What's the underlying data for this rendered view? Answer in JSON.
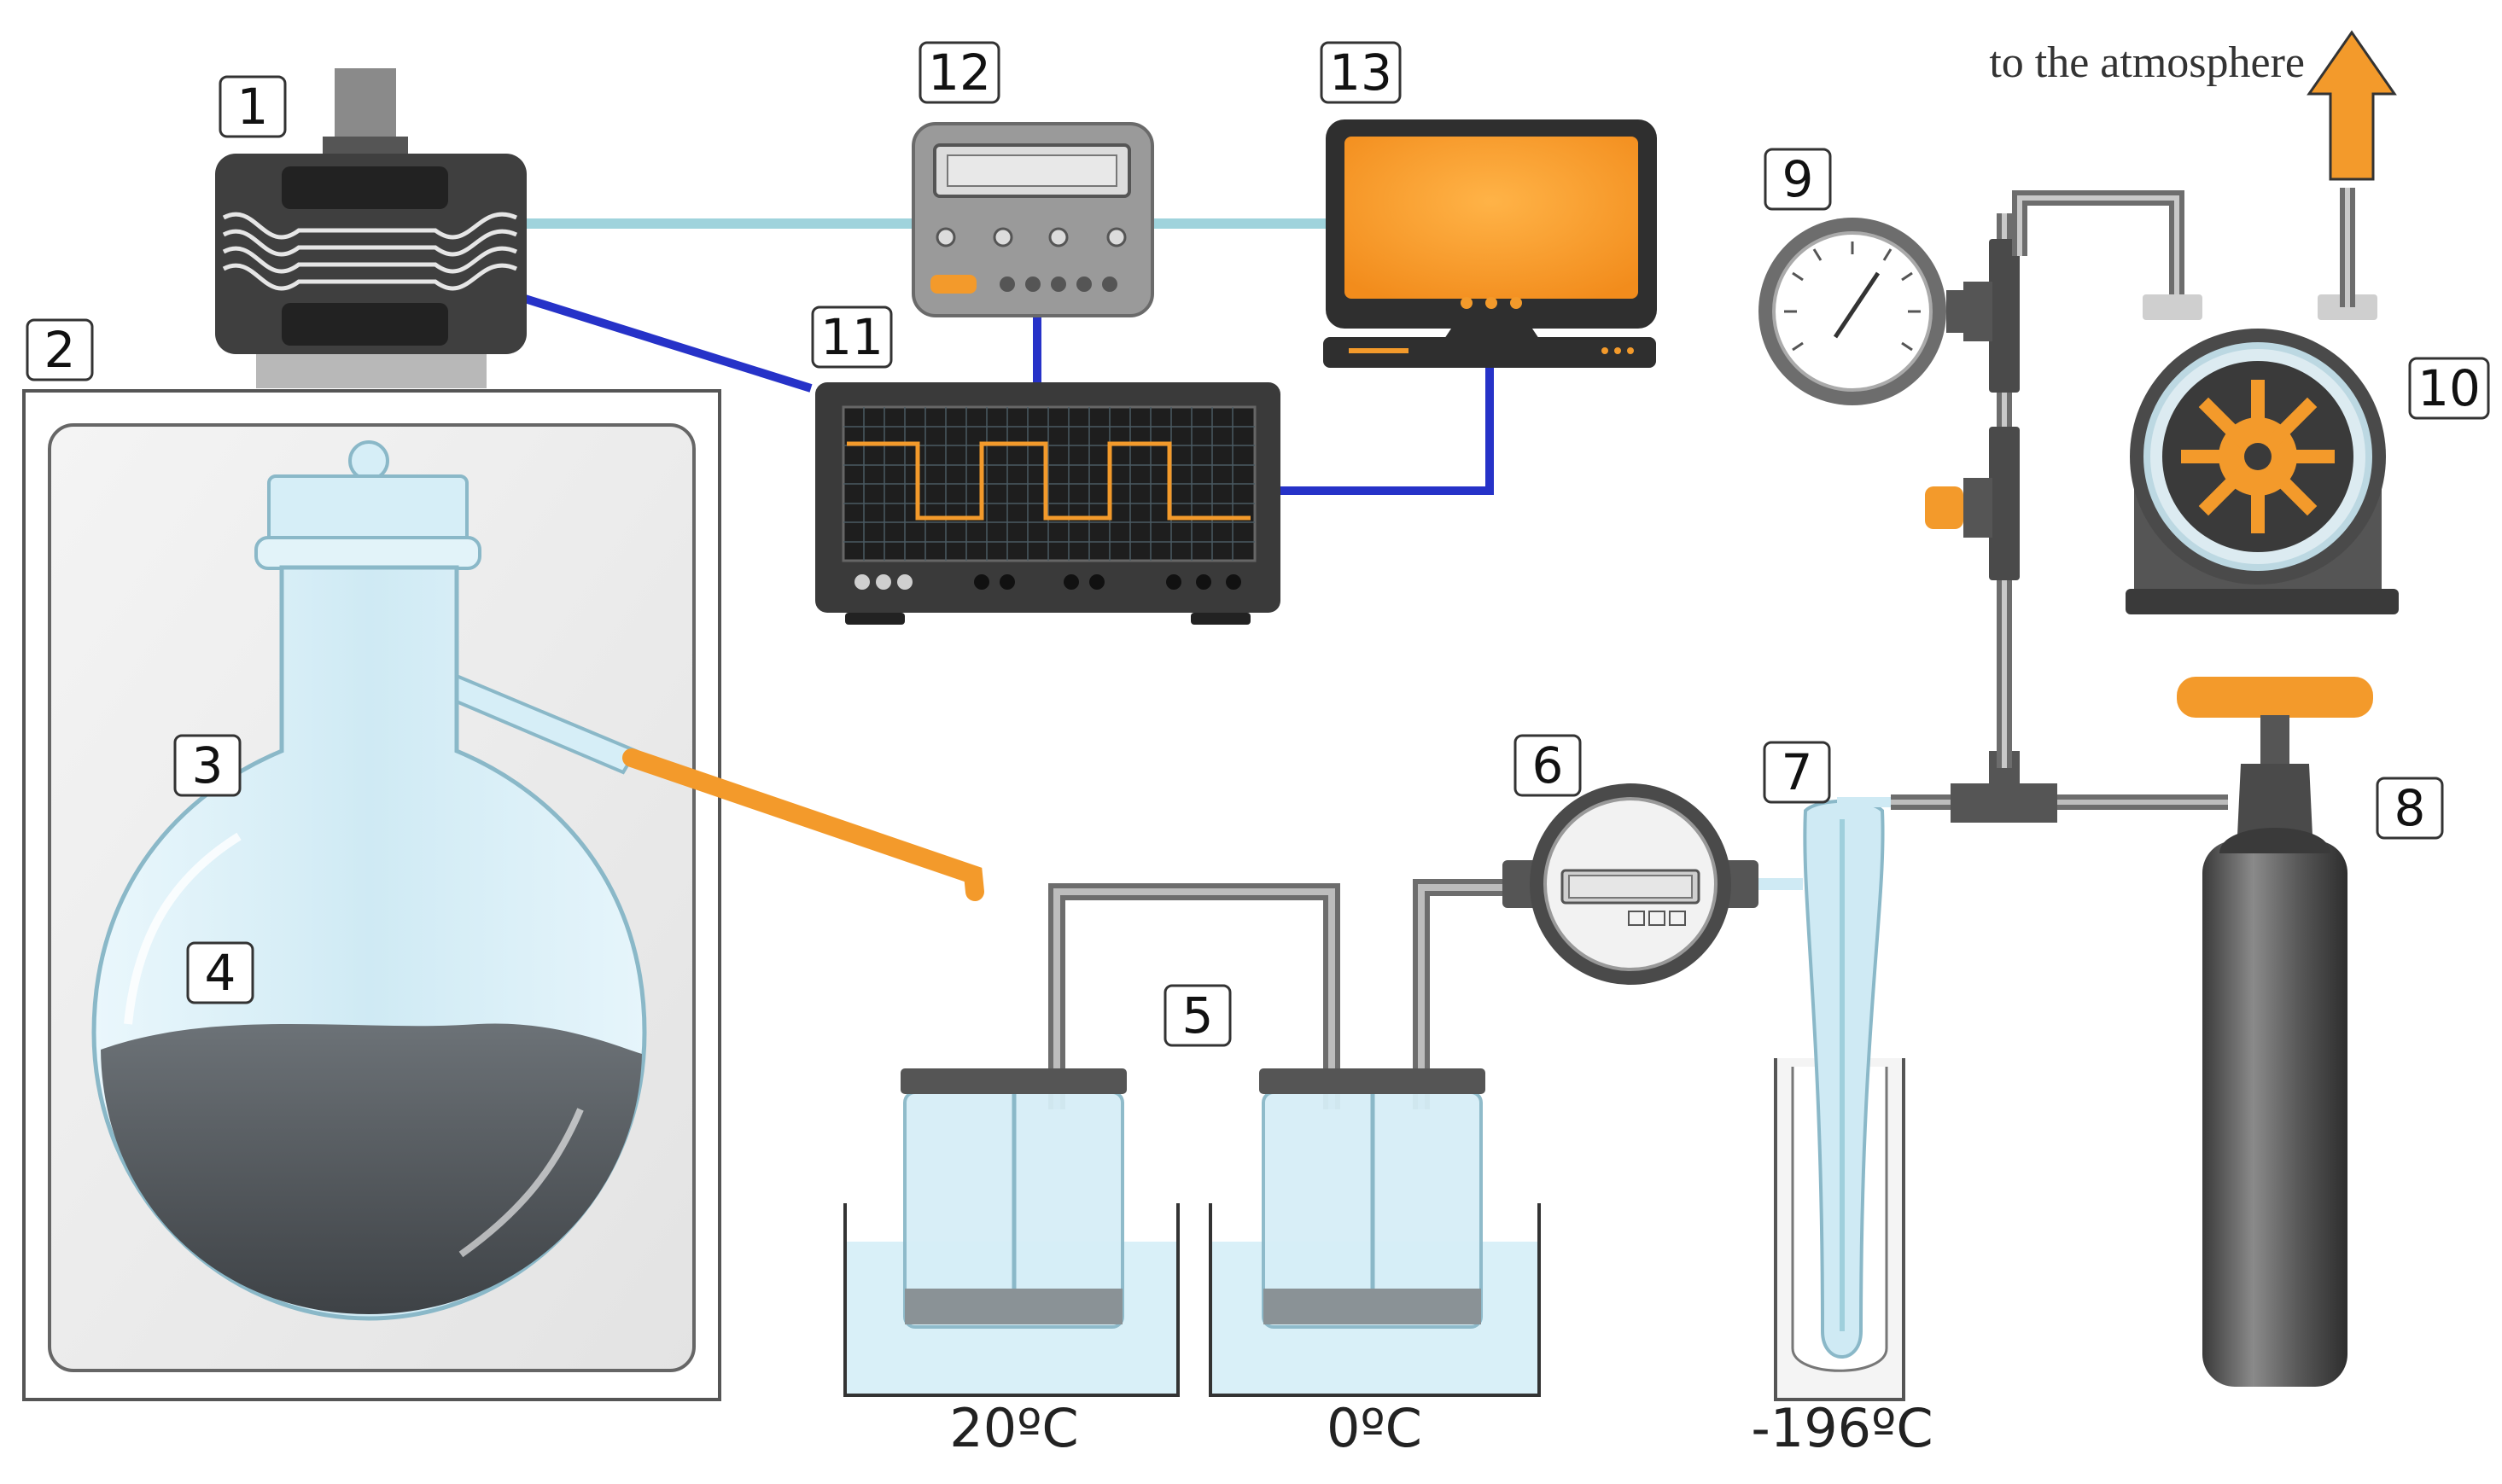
{
  "labels": {
    "n1": "1",
    "n2": "2",
    "n3": "3",
    "n4": "4",
    "n5": "5",
    "n6": "6",
    "n7": "7",
    "n8": "8",
    "n9": "9",
    "n10": "10",
    "n11": "11",
    "n12": "12",
    "n13": "13"
  },
  "temperatures": {
    "bath1": "20ºC",
    "bath2": "0ºC",
    "trap": "-196ºC"
  },
  "exhaust_label": "to the atmosphere",
  "colors": {
    "accent_orange": "#f39a2b",
    "signal_blue": "#2632c8",
    "cable_cyan": "#9fd3dc",
    "glass": "#d6eef7",
    "steel": "#6d6d6d"
  }
}
